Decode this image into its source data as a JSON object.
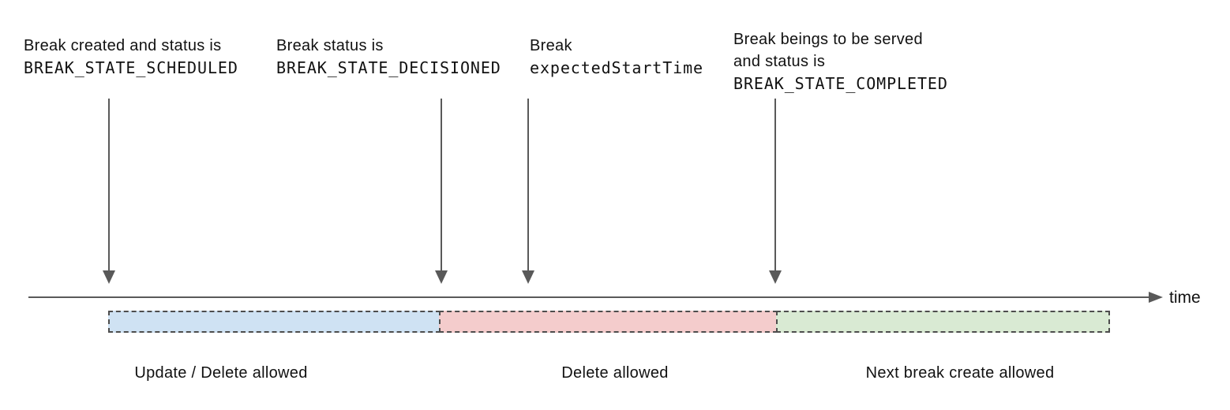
{
  "annotations": [
    {
      "line1": "Break created and status is",
      "code": "BREAK_STATE_SCHEDULED"
    },
    {
      "line1": "Break status is",
      "code": "BREAK_STATE_DECISIONED"
    },
    {
      "line1": "Break",
      "code": "expectedStartTime"
    },
    {
      "line1": "Break beings to be served",
      "line2": "and status is",
      "code": "BREAK_STATE_COMPLETED"
    }
  ],
  "axis": {
    "label": "time"
  },
  "segments": [
    {
      "label": "Update / Delete allowed",
      "fill": "#cfe2f3"
    },
    {
      "label": "Delete allowed",
      "fill": "#f4cccc"
    },
    {
      "label": "Next break create allowed",
      "fill": "#d9ead3"
    }
  ],
  "colors": {
    "line_gray": "#595959",
    "dash_border": "#4d4d4d",
    "text": "#111111"
  }
}
